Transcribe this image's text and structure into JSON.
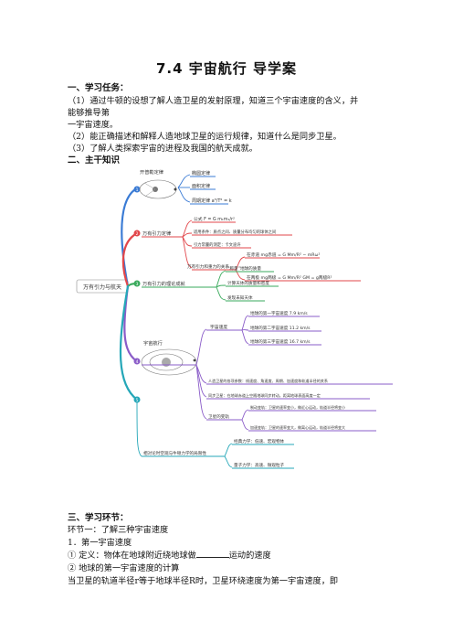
{
  "title": "7.4 宇宙航行   导学案",
  "sections": {
    "s1": "一、学习任务：",
    "s2": "二、主干知识",
    "s3": "三、学习环节："
  },
  "tasks": [
    "（1）通过牛顿的设想了解人造卫星的发射原理，知道三个宇宙速度的含义，并",
    "能够推导第",
    "一宇宙速度。",
    "（2）能正确描述和解释人造地球卫星的运行规律，知道什么是同步卫星。",
    "（3）了解人类探索宇宙的进程及我国的航天成就。"
  ],
  "mindmap": {
    "root": "万有引力与航天",
    "kepler": {
      "label": "开普勒定律",
      "items": [
        "椭圆定律",
        "面积定律",
        "周期定律  a³/T² = k"
      ]
    },
    "gravitation": {
      "label": "万有引力定律",
      "formula": "公式 F = G m₁m₂/r²",
      "scope": "适用条件：质点之间、质量分布均匀的球体之间",
      "constant": "引力常量的测定：卡文迪许",
      "relation": "万有引力和重力的关系",
      "pole": "在赤道 mg赤道 = G Mm/R² − mRω²",
      "eq": "在两极 mg两极 = G Mm/R²   GM = g两极R²"
    },
    "theory": {
      "label": "万有引力的理论成就",
      "items": [
        "“称量”地球的质量",
        "计算天体的质量和密度",
        "发现未知天体"
      ]
    },
    "space": {
      "label": "宇宙航行",
      "speed": "宇宙速度",
      "v1": "地球的第一宇宙速度 7.9 km/s",
      "v2": "地球的第二宇宙速度 11.2 km/s",
      "v3": "地球的第三宇宙速度 16.7 km/s",
      "orbit": "人造卫星的各项参数：线速度、角速度、周期、加速度和轨道半径的关系",
      "sync": "同步卫星：在地球赤道上空随地球同步转动，距离地球表面高度一定",
      "change": "卫星的变轨",
      "down": "制动变轨：卫星的速率变小，做近心运动，轨道半径将变小",
      "up": "加速变轨：卫星的速率变大，做离心运动，轨道半径将变大"
    },
    "relativity": {
      "label": "相对论时空观与牛顿力学的局限性",
      "classic": "经典力学：低速、宏观物体",
      "quantum": "量子力学：高速、微观粒子"
    }
  },
  "loop": {
    "intro": "环节一：了解三种宇宙速度",
    "item1": "1．第一宇宙速度",
    "def_before": "①  定义：物体在地球附近绕地球做",
    "def_after": "运动的速度",
    "calc": "②  地球的第一宇宙速度的计算",
    "last": "当卫星的轨道半径r等于地球半径R时，卫星环绕速度为第一宇宙速度，即"
  },
  "colors": {
    "kepler": "#3a7bd5",
    "gravitation": "#e2474b",
    "theory": "#3aaa5c",
    "space": "#8a5cc8",
    "relativity": "#25a7b8"
  }
}
